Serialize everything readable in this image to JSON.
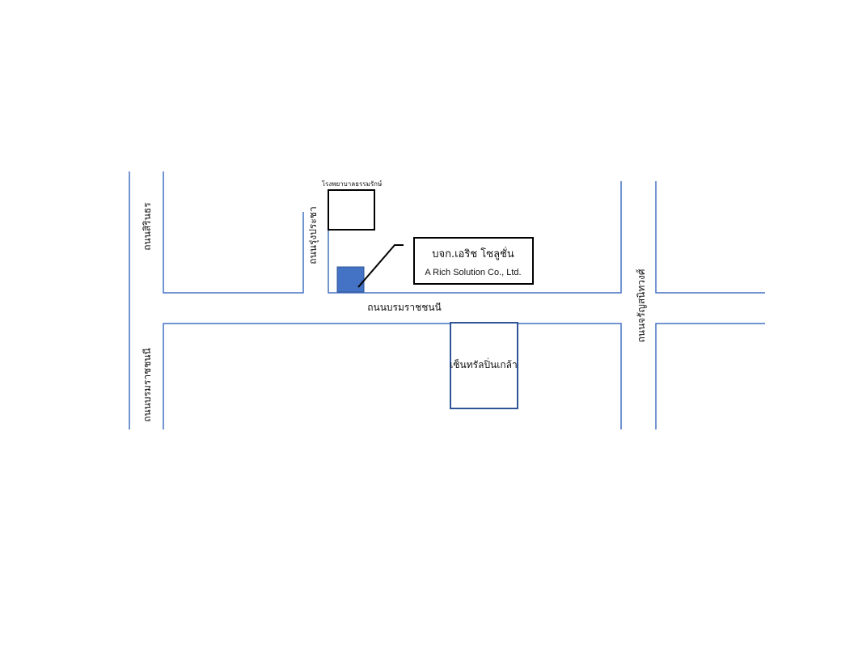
{
  "map": {
    "roads": {
      "road_sirindhorn": "ถนนสิรินธร",
      "road_rung_pracha": "ถนนรุ่งประชา",
      "road_borommaratchachonnani_horizontal": "ถนนบรมราชชนนี",
      "road_borommaratchachonnani_vertical": "ถนนบรมราชชนนี",
      "road_charan_sanitwong": "ถนนจรัญสนิทวงศ์"
    },
    "landmarks": {
      "hospital": "โรงพยาบาลธรรมรักษ์",
      "central_pinklao": "เซ็นทรัลปิ่นเกล้า"
    },
    "company": {
      "name_th": "บจก.เอริช โซลูชั่น",
      "name_en": "A Rich Solution Co., Ltd."
    },
    "colors": {
      "road": "#4472c4",
      "company_marker": "#4472c4",
      "landmark_border": "#2f5597"
    }
  }
}
